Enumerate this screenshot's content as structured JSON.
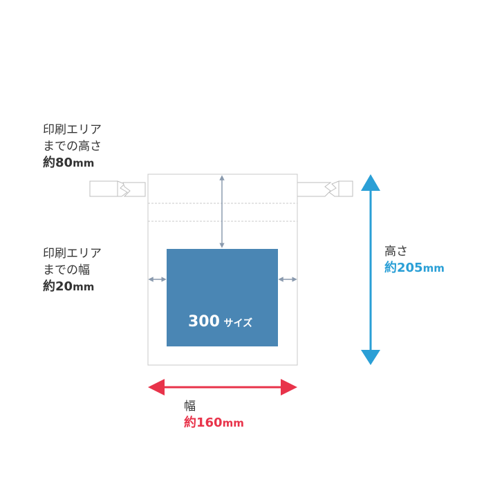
{
  "labels": {
    "height_to_print": {
      "line1": "印刷エリア",
      "line2": "までの高さ",
      "approx": "約",
      "value": "80",
      "unit": "mm"
    },
    "width_to_print": {
      "line1": "印刷エリア",
      "line2": "までの幅",
      "approx": "約",
      "value": "20",
      "unit": "mm"
    },
    "bag_height": {
      "line1": "高さ",
      "approx": "約",
      "value": "205",
      "unit": "mm"
    },
    "bag_width": {
      "line1": "幅",
      "approx": "約",
      "value": "160",
      "unit": "mm"
    },
    "print_area": {
      "size": "300",
      "suffix": "サイズ"
    }
  },
  "colors": {
    "text": "#333333",
    "print_area": "#4a86b4",
    "height_accent": "#2a9fd6",
    "width_accent": "#e8334a",
    "guide_arrow": "#8a9aae",
    "outline": "#c8c8c8"
  }
}
